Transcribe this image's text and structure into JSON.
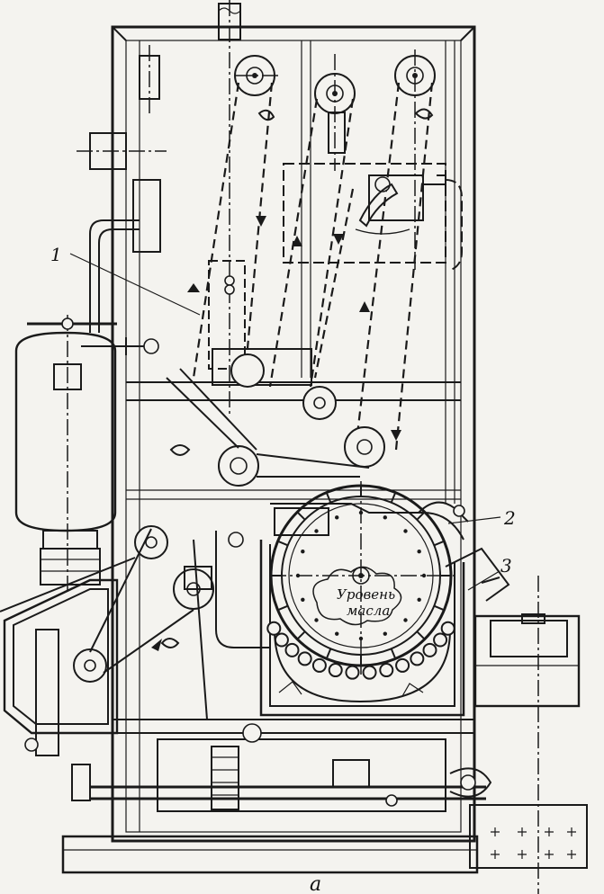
{
  "labels": {
    "callout_1": "1",
    "callout_2": "2",
    "callout_3": "3",
    "oil_level_line1": "Уровень",
    "oil_level_line2": "масла",
    "caption": "а"
  }
}
